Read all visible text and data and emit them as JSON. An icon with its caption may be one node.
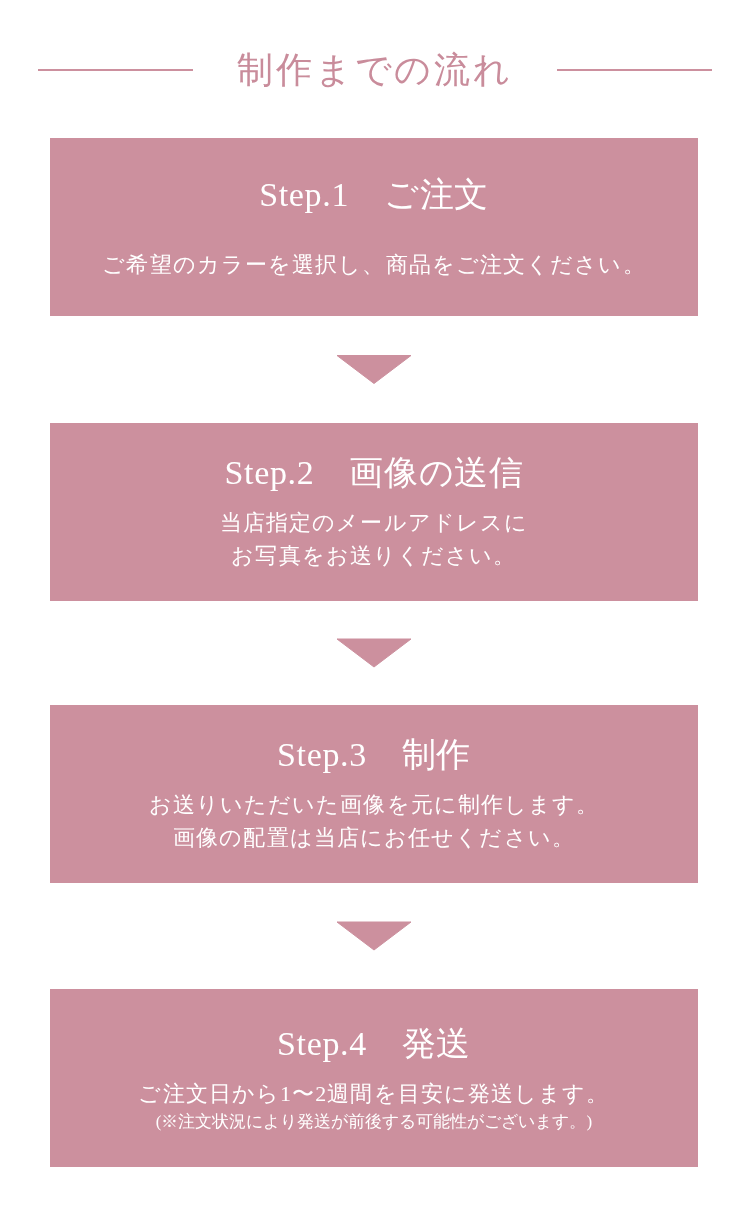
{
  "diagram": {
    "title": "制作までの流れ",
    "nodes": [
      {
        "text": [
          "Step.1　ご注文",
          "ご希望のカラーを選択し、商品をご注文ください。"
        ]
      },
      {
        "text": [
          "Step.2　画像の送信",
          "当店指定のメールアドレスにお写真をお送りください。"
        ]
      },
      {
        "text": [
          "Step.3　制作",
          "お送りいただいた画像を元に制作します。画像の配置は当店にお任せください。"
        ]
      },
      {
        "text": [
          "Step.4　発送",
          "ご注文日から1〜2週間を目安に発送します。",
          "(※注文状況により発送が前後する可能性がございます。)"
        ]
      }
    ],
    "edges": [
      {
        "from": 0,
        "to": 1,
        "arrow": "to"
      },
      {
        "from": 1,
        "to": 2,
        "arrow": "to"
      },
      {
        "from": 2,
        "to": 3,
        "arrow": "to"
      }
    ]
  }
}
